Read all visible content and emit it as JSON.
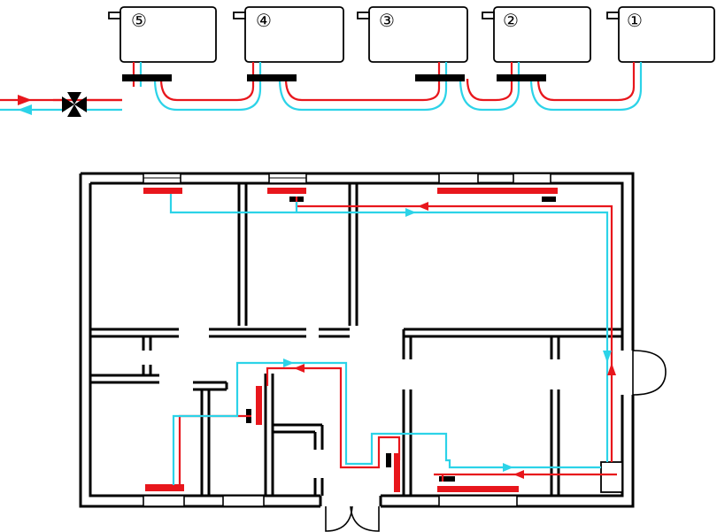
{
  "radiators": [
    {
      "id": "rad-5",
      "label": "⑤"
    },
    {
      "id": "rad-4",
      "label": "④"
    },
    {
      "id": "rad-3",
      "label": "③"
    },
    {
      "id": "rad-2",
      "label": "②"
    },
    {
      "id": "rad-1",
      "label": "①"
    }
  ],
  "colors": {
    "supply": "#e8161c",
    "return": "#2cd3e8",
    "walls": "#000000"
  }
}
